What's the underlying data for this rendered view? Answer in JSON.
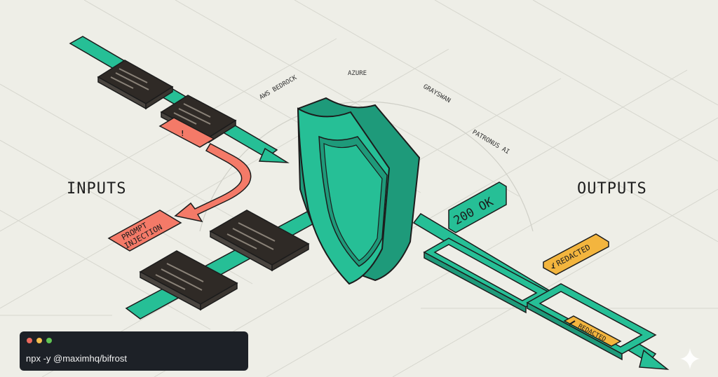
{
  "labels": {
    "inputs": "INPUTS",
    "outputs": "OUTPUTS",
    "status": "200 OK",
    "prompt_injection_line1": "PROMPT",
    "prompt_injection_line2": "INJECTION",
    "redacted_1": "REDACTED",
    "redacted_2": "REDACTED",
    "alert_mark": "!",
    "info_mark": "i"
  },
  "providers": [
    "AWS BEDROCK",
    "AZURE",
    "GRAYSWAN",
    "PATRONUS AI"
  ],
  "terminal": {
    "command": "npx -y @maximhq/bifrost",
    "dots": [
      "#ec6a5e",
      "#f4bf4f",
      "#61c554"
    ]
  },
  "colors": {
    "background": "#eeeee7",
    "teal": "#26bf96",
    "teal_dark": "#1e9a7a",
    "outline": "#1c1c1c",
    "danger": "#f47a68",
    "warning": "#f3b53e",
    "block": "#4a4540",
    "block_top": "#38332e"
  },
  "icons": [
    "shield-icon",
    "sparkle-icon",
    "pencil-icon"
  ]
}
